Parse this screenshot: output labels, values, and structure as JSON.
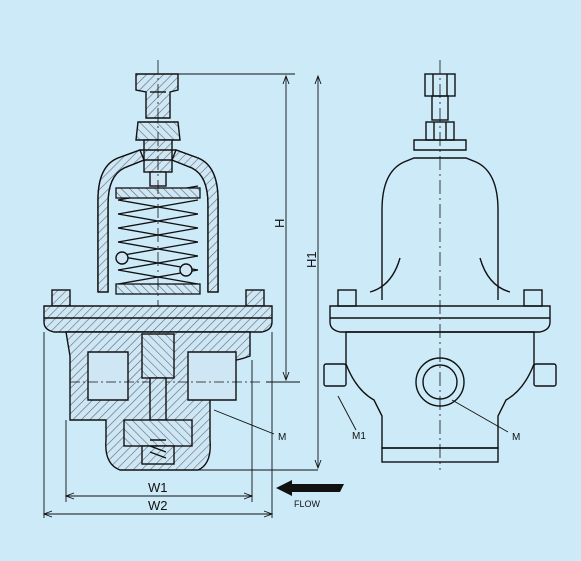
{
  "labels": {
    "h": "H",
    "h1": "H1",
    "w1": "W1",
    "w2": "W2",
    "flow": "FLOW",
    "m_left": "M",
    "m1": "M1",
    "m_right": "M"
  },
  "colors": {
    "background": "#cdeaf9",
    "line": "#111111",
    "body_fill": "#c9e6f6",
    "hatch": "#5a6a74"
  }
}
